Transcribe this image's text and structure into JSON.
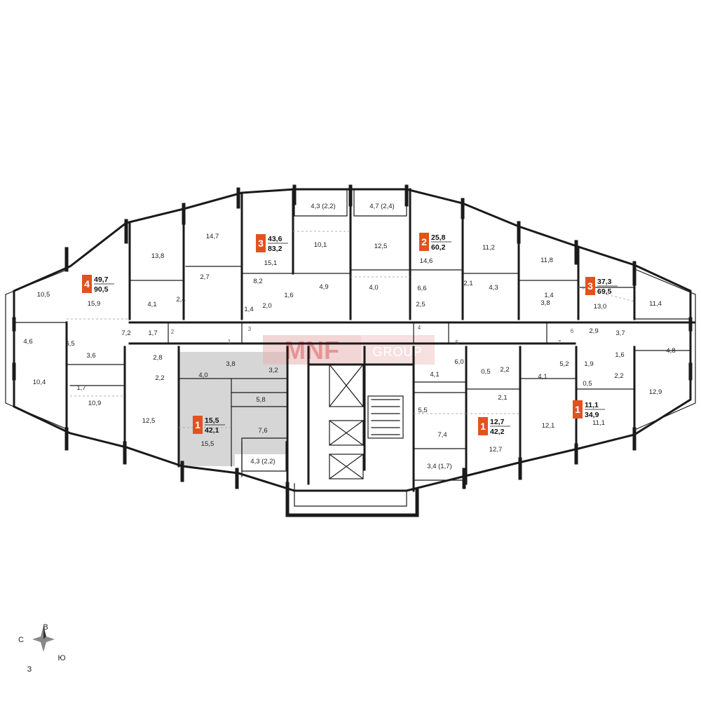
{
  "accent": "#e0531f",
  "highlight_fill": "#d6d6d6",
  "logo": {
    "text": "MNF",
    "suffix": "GROUP"
  },
  "compass": {
    "north": "С",
    "east": "В",
    "south": "Ю",
    "west": "З"
  },
  "apartments": [
    {
      "rooms": "4",
      "living": "49,7",
      "total": "90,5"
    },
    {
      "rooms": "3",
      "living": "43,6",
      "total": "83,2"
    },
    {
      "rooms": "2",
      "living": "25,8",
      "total": "60,2"
    },
    {
      "rooms": "3",
      "living": "37,3",
      "total": "69,5"
    },
    {
      "rooms": "1",
      "living": "15,5",
      "total": "42,1"
    },
    {
      "rooms": "1",
      "living": "12,7",
      "total": "42,2"
    },
    {
      "rooms": "1",
      "living": "11,1",
      "total": "34,9"
    }
  ],
  "room_areas": [
    "10,5",
    "15,9",
    "4,6",
    "6,5",
    "10,4",
    "1,7",
    "10,9",
    "3,6",
    "7,2",
    "1,7",
    "2,8",
    "2,2",
    "12,5",
    "13,8",
    "4,1",
    "2,4",
    "14,7",
    "2,7",
    "8,2",
    "15,1",
    "1,4",
    "2,0",
    "1,6",
    "4,3 (2,2)",
    "10,1",
    "4,9",
    "4,7 (2,4)",
    "12,5",
    "4,0",
    "14,6",
    "6,6",
    "2,5",
    "11,2",
    "2,1",
    "4,3",
    "11,8",
    "1,4",
    "3,8",
    "13,0",
    "11,4",
    "2,9",
    "3,7",
    "1,6",
    "4,8",
    "2,2",
    "12,9",
    "4,0",
    "3,8",
    "3,2",
    "5,8",
    "15,5",
    "7,6",
    "4,3 (2,2)",
    "4,1",
    "6,0",
    "0,5",
    "2,2",
    "5,5",
    "2,1",
    "7,4",
    "12,7",
    "3,4 (1,7)",
    "4,1",
    "5,2",
    "1,9",
    "0,5",
    "12,1",
    "11,1"
  ],
  "door_numbers": [
    "1",
    "2",
    "3",
    "4",
    "5",
    "6",
    "7"
  ]
}
